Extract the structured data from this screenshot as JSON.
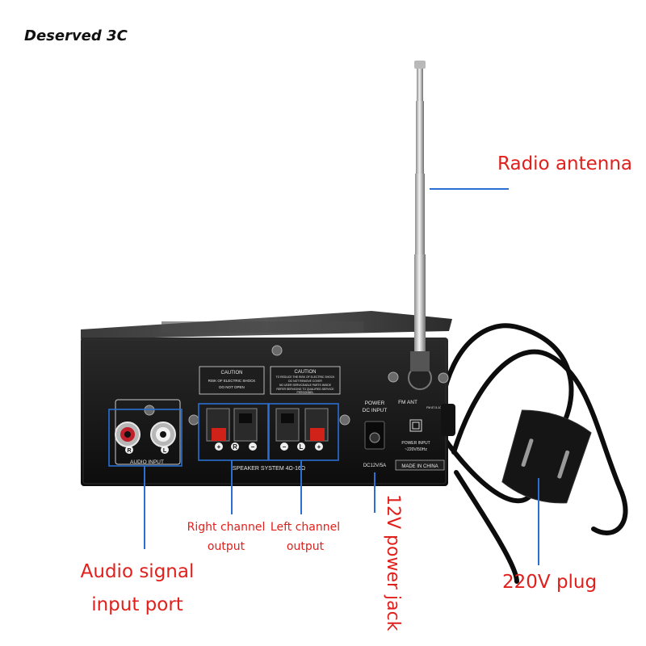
{
  "brand": "Deserved 3C",
  "callouts": {
    "radio_antenna": "Radio antenna",
    "right_channel_line1": "Right channel",
    "right_channel_line2": "output",
    "left_channel_line1": "Left channel",
    "left_channel_line2": "output",
    "audio_input_line1": "Audio signal",
    "audio_input_line2": "input port",
    "power_jack": "12V power jack",
    "plug": "220V plug"
  },
  "panel_labels": {
    "caution": "CAUTION",
    "risk_line1": "RISK OF ELECTRIC SHOCK",
    "risk_line2": "DO NOT OPEN",
    "reduce_line1": "TO REDUCE THE RISK OF ELECTRIC SHOCK",
    "reduce_line2": "DO NOT REMOVE COVER",
    "reduce_line3": "NO USER SERVICEABLE PARTS INSIDE",
    "reduce_line4": "REFER SERVICING TO QUALIFIED SERVICE",
    "reduce_line5": "PERSONNEL",
    "audio_input": "AUDIO INPUT",
    "channel_r": "R",
    "channel_l": "L",
    "speaker_system": "SPEAKER SYSTEM 4Ω-16Ω",
    "power_dc_line1": "POWER",
    "power_dc_line2": "DC INPUT",
    "fm_ant": "FM ANT",
    "fm_range": "FM 87.5-108MHz",
    "power_input_line1": "POWER INPUT",
    "power_input_line2": "~220V/50Hz",
    "dc_rating": "DC12V/5A",
    "made_in": "MADE IN CHINA"
  },
  "colors": {
    "callout_text": "#e0201c",
    "leader_line": "#2a6fd1",
    "panel": "#141414"
  }
}
